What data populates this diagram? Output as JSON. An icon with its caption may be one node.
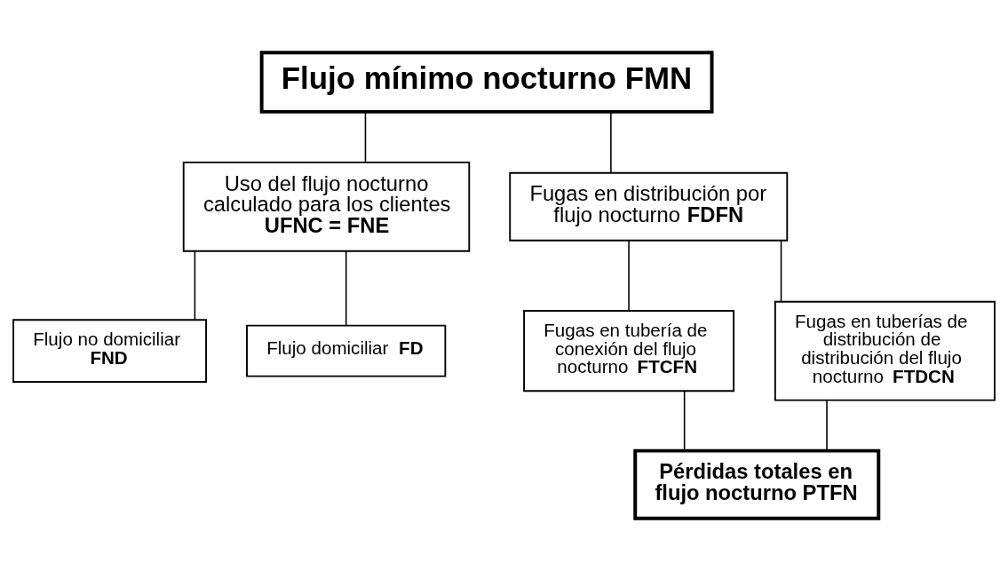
{
  "diagram": {
    "nodes": [
      {
        "text": [
          "Flujo mínimo nocturno FMN"
        ]
      },
      {
        "text": [
          "Uso del flujo nocturno calculado para los clientes **UFNC = FNE**"
        ]
      },
      {
        "text": [
          "Fugas en distribución por flujo nocturno **FDFN**"
        ]
      },
      {
        "text": [
          "Flujo no domiciliar **FND**"
        ]
      },
      {
        "text": [
          "Flujo domiciliar **FD**"
        ]
      },
      {
        "text": [
          "Fugas en tubería de conexión del flujo nocturno **FTCFN**"
        ]
      },
      {
        "text": [
          "Fugas en tuberías de distribución de distribución del flujo nocturno **FTDCN**"
        ]
      },
      {
        "text": [
          "Pérdidas totales en flujo nocturno PTFN"
        ]
      }
    ],
    "edges": [
      {
        "from": 0,
        "to": 1,
        "arrow": "none"
      },
      {
        "from": 0,
        "to": 2,
        "arrow": "none"
      },
      {
        "from": 1,
        "to": 3,
        "arrow": "none"
      },
      {
        "from": 1,
        "to": 4,
        "arrow": "none"
      },
      {
        "from": 2,
        "to": 5,
        "arrow": "none"
      },
      {
        "from": 2,
        "to": 6,
        "arrow": "none"
      },
      {
        "from": 5,
        "to": 7,
        "arrow": "none"
      },
      {
        "from": 6,
        "to": 7,
        "arrow": "none"
      }
    ]
  }
}
